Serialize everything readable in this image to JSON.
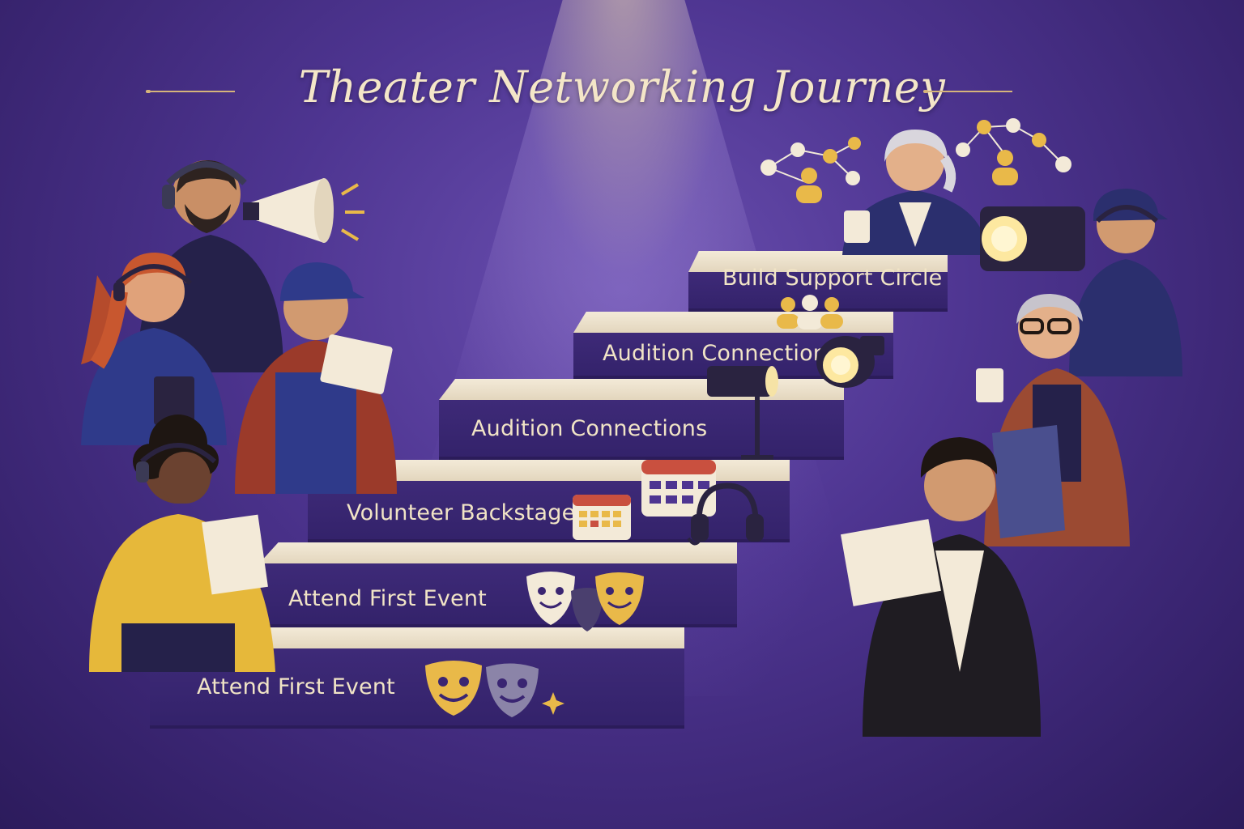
{
  "title": "Theater Networking Journey",
  "steps": [
    {
      "label": "Attend First Event",
      "icon": "theater-masks-icon"
    },
    {
      "label": "Attend First Event",
      "icon": "theater-masks-icon"
    },
    {
      "label": "Volunteer Backstage",
      "icon": "calendar-icon"
    },
    {
      "label": "Audition Connections",
      "icon": "stage-light-icon"
    },
    {
      "label": "Audition Connections",
      "icon": "spotlight-icon"
    },
    {
      "label": "Build Support Circle",
      "icon": "group-icon"
    }
  ],
  "colors": {
    "background": "#4e3591",
    "step_top": "#f3ead8",
    "step_face": "#3e2a78",
    "accent_gold": "#e9b949",
    "title": "#f4e6c8"
  }
}
